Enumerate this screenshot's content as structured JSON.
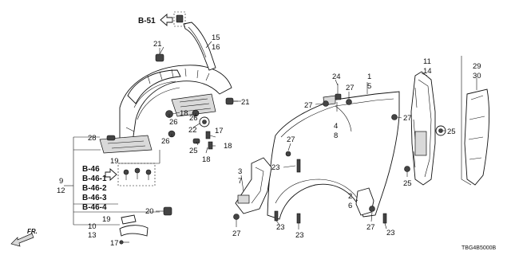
{
  "diagram": {
    "drawing_code": "TBG4B5000B",
    "direction_label": "FR.",
    "reference_codes": [
      "B-51",
      "B-46",
      "B-46-1",
      "B-46-2",
      "B-46-3",
      "B-46-4"
    ],
    "callouts": [
      "1",
      "2",
      "3",
      "4",
      "5",
      "6",
      "7",
      "8",
      "9",
      "10",
      "11",
      "12",
      "13",
      "14",
      "15",
      "16",
      "17",
      "18",
      "19",
      "20",
      "21",
      "22",
      "23",
      "24",
      "25",
      "26",
      "27",
      "28",
      "29",
      "30"
    ]
  }
}
